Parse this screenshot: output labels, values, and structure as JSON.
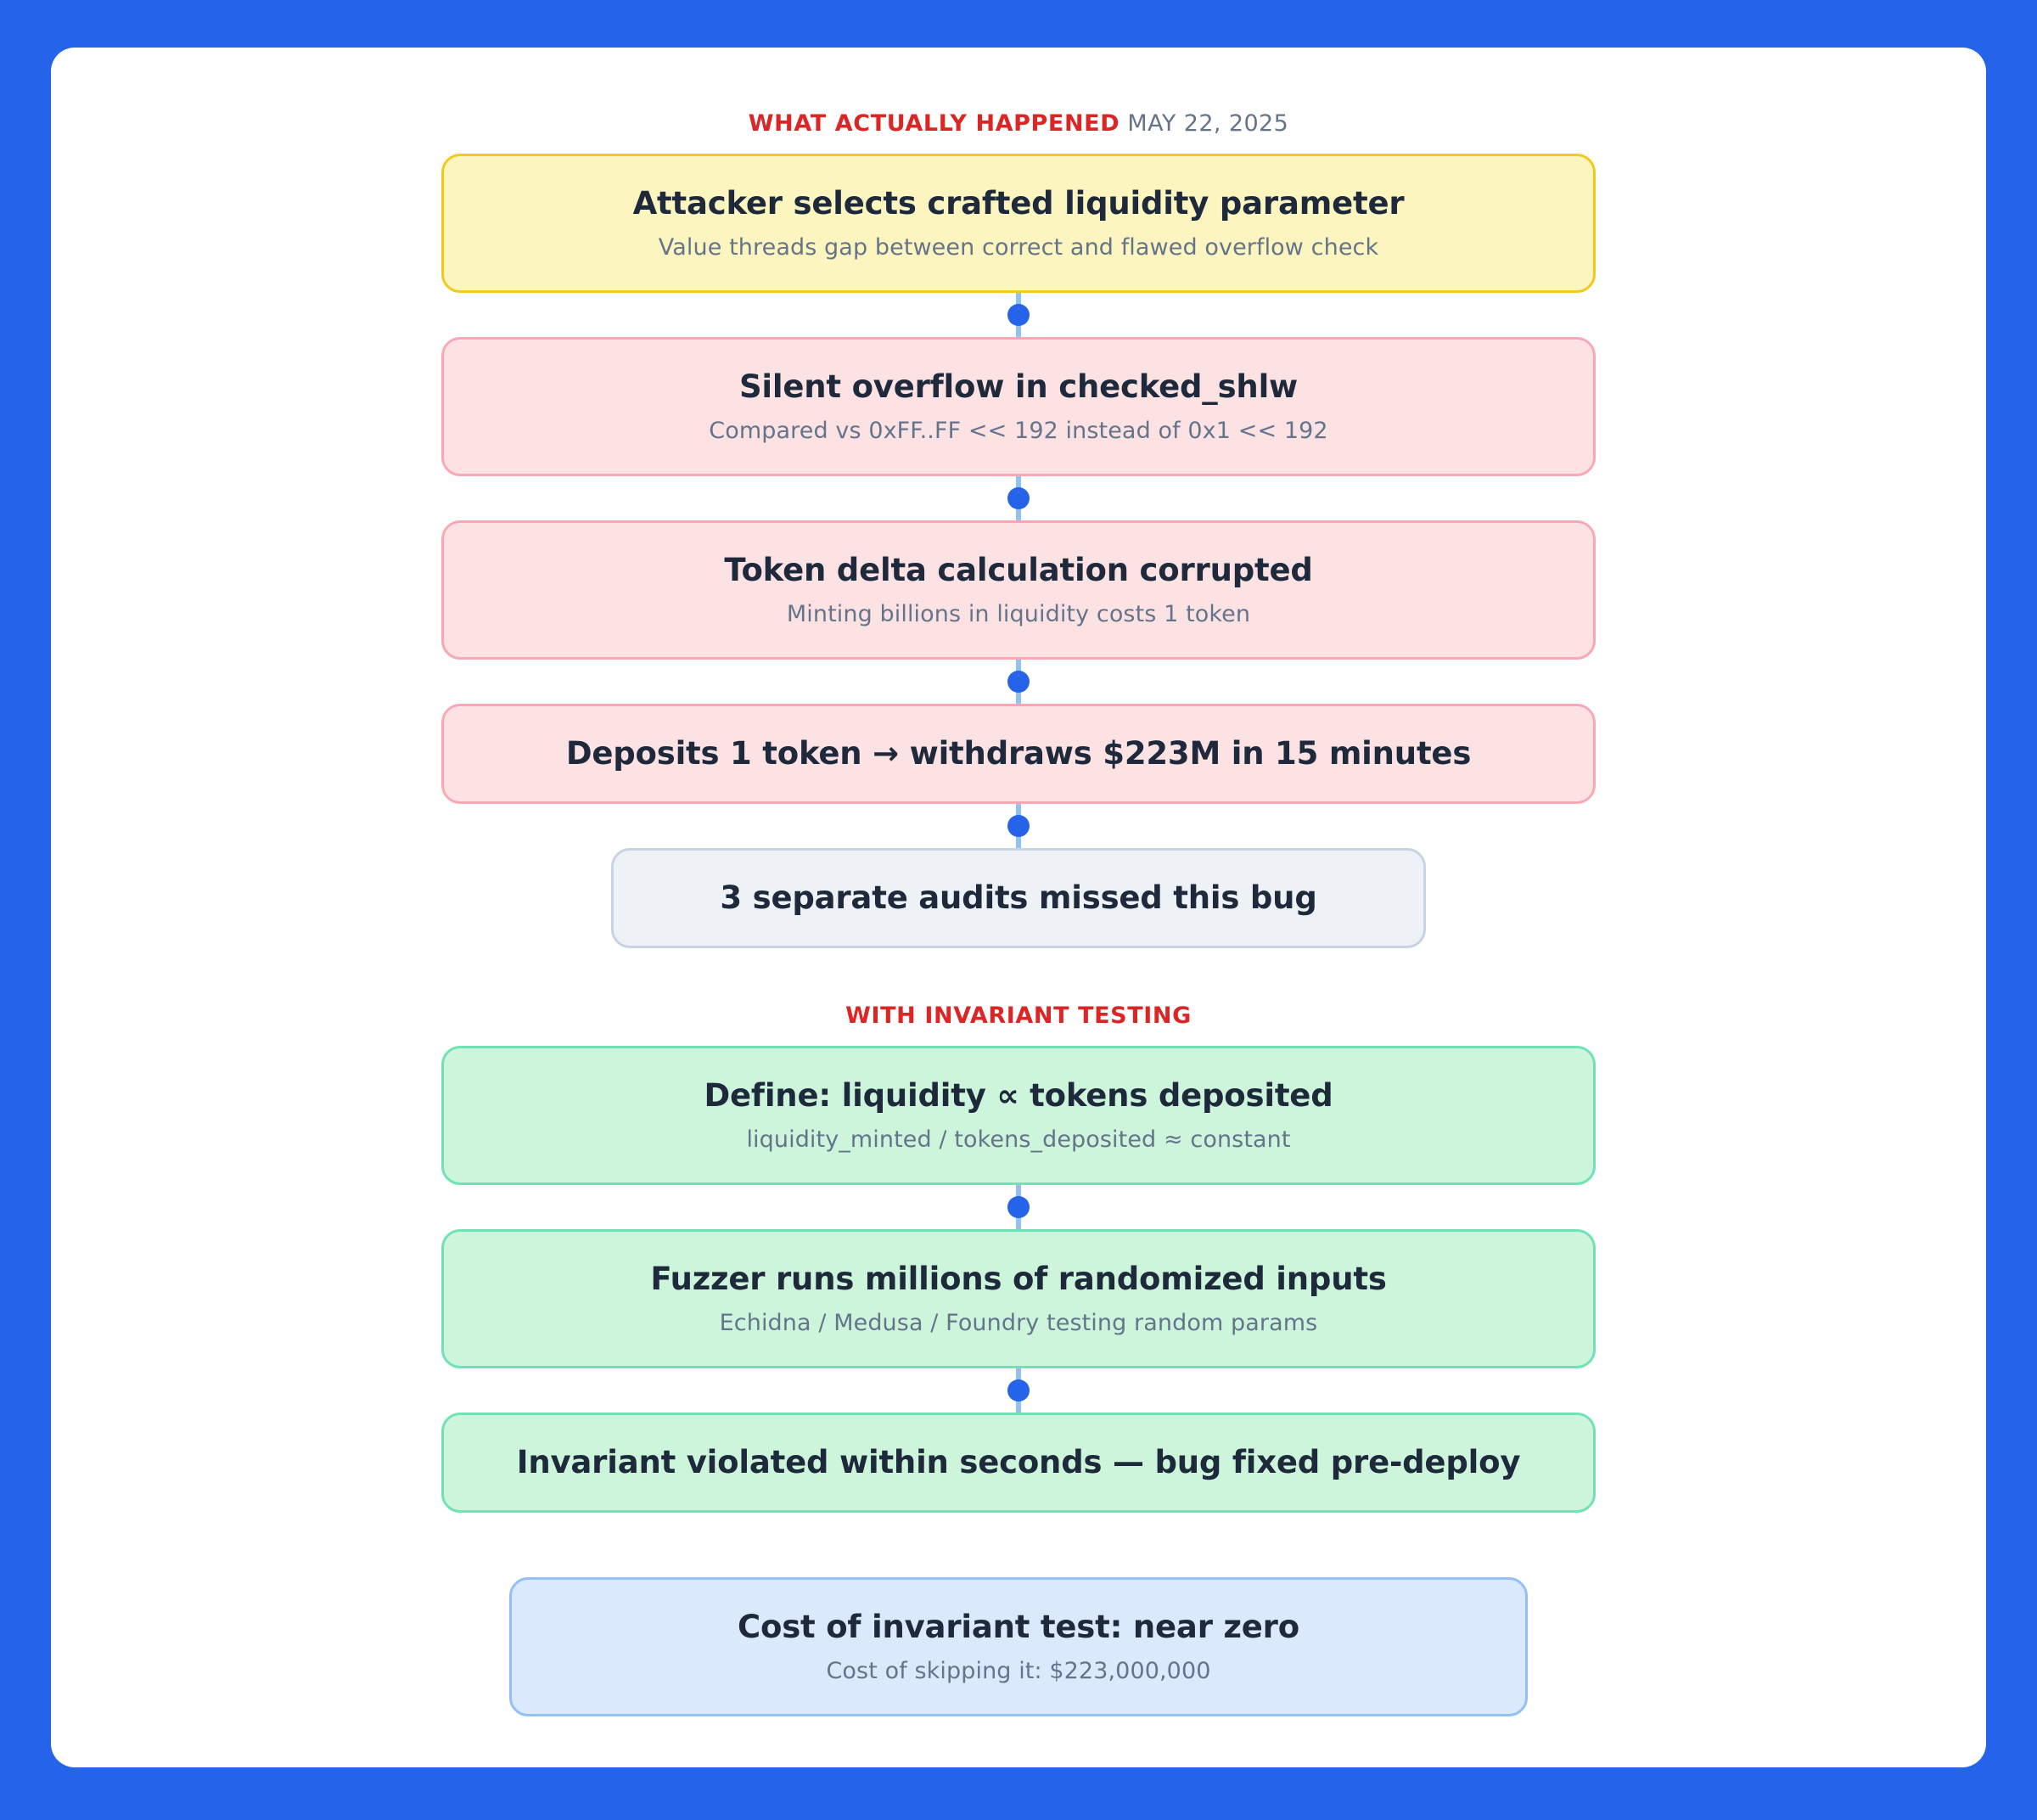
{
  "theme": {
    "page_background": "#2563eb",
    "panel_background": "#ffffff",
    "accent_red": "#dc2626",
    "connector_line": "#93c0f5",
    "connector_dot": "#2563eb",
    "yellow_fill": "#fdf5bf",
    "yellow_border": "#f2ca1b",
    "pink_fill": "#fde2e4",
    "pink_border": "#f9a8b4",
    "green_fill": "#cdf5dc",
    "green_border": "#6fe3b5",
    "gray_fill": "#eef2f7",
    "gray_border": "#c8d4e2",
    "blue_fill": "#dbe9fd",
    "blue_border": "#93c0f5"
  },
  "sections": {
    "incident": {
      "heading_emph": "WHAT ACTUALLY HAPPENED",
      "heading_meta": "MAY 22, 2025",
      "steps": [
        {
          "title": "Attacker selects crafted liquidity parameter",
          "sub": "Value threads gap between correct and flawed overflow check"
        },
        {
          "title": "Silent overflow in checked_shlw",
          "sub": "Compared vs 0xFF..FF << 192 instead of 0x1 << 192"
        },
        {
          "title": "Token delta calculation corrupted",
          "sub": "Minting billions in liquidity costs 1 token"
        },
        {
          "title": "Deposits 1 token → withdraws $223M in 15 minutes",
          "sub": ""
        }
      ],
      "outcome": {
        "title": "3 separate audits missed this bug"
      }
    },
    "mitigation": {
      "heading_emph": "WITH INVARIANT TESTING",
      "heading_meta": "",
      "steps": [
        {
          "title": "Define: liquidity ∝ tokens deposited",
          "sub": "liquidity_minted / tokens_deposited ≈ constant"
        },
        {
          "title": "Fuzzer runs millions of randomized inputs",
          "sub": "Echidna / Medusa / Foundry testing random params"
        },
        {
          "title": "Invariant violated within seconds — bug fixed pre-deploy",
          "sub": ""
        }
      ],
      "outcome": {
        "title": "Cost of invariant test: near zero",
        "sub": "Cost of skipping it: $223,000,000"
      }
    }
  }
}
